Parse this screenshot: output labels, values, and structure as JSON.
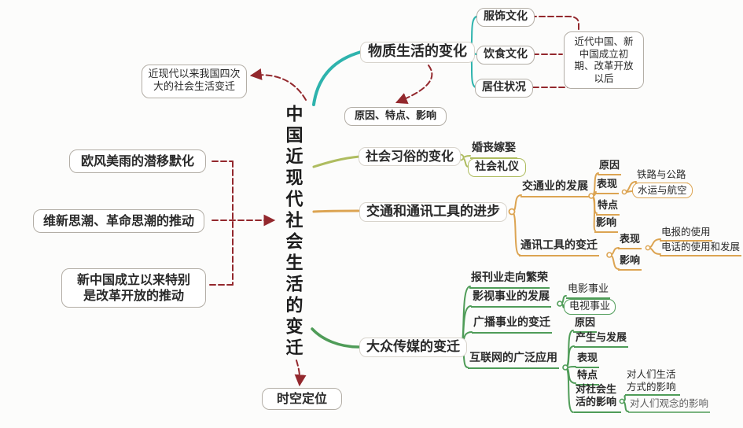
{
  "root": "中国近现代社会生活的变迁",
  "left": {
    "overview": "近现代以来我国四次大的社会生活变迁",
    "cause1": "欧风美雨的潜移默化",
    "cause2": "维新思潮、革命思潮的推动",
    "cause3": "新中国成立以来特别是改革开放的推动",
    "bottom": "时空定位"
  },
  "material": {
    "label": "物质生活的变化",
    "note": "原因、特点、影响",
    "children": [
      "服饰文化",
      "饮食文化",
      "居住状况"
    ],
    "period_note": "近代中国、新中国成立初期、改革开放以后"
  },
  "customs": {
    "label": "社会习俗的变化",
    "children": [
      "婚丧嫁娶",
      "社会礼仪"
    ]
  },
  "transport": {
    "label": "交通和通讯工具的进步",
    "traffic": {
      "label": "交通业的发展",
      "cause": "原因",
      "manifest": "表现",
      "manifest_children": [
        "铁路与公路",
        "水运与航空"
      ],
      "feature": "特点",
      "impact": "影响"
    },
    "telecom": {
      "label": "通讯工具的变迁",
      "manifest": "表现",
      "manifest_children": [
        "电报的使用",
        "电话的使用和发展"
      ],
      "impact": "影响"
    }
  },
  "media": {
    "label": "大众传媒的变迁",
    "press": "报刊业走向繁荣",
    "film": {
      "label": "影视事业的发展",
      "children": [
        "电影事业",
        "电视事业"
      ]
    },
    "radio": "广播事业的变迁",
    "internet": {
      "label": "互联网的广泛应用",
      "cause": "原因",
      "emergence": "产生与发展",
      "manifest": "表现",
      "feature": "特点",
      "impact": {
        "label": "对社会生活的影响",
        "children": [
          "对人们生活方式的影响",
          "对人们观念的影响"
        ]
      }
    }
  },
  "colors": {
    "material_branch": "#2eb3ad",
    "customs_branch": "#aebc5f",
    "transport_branch": "#dca452",
    "media_branch": "#4f9c58",
    "annotation_arrow": "#93282d"
  }
}
